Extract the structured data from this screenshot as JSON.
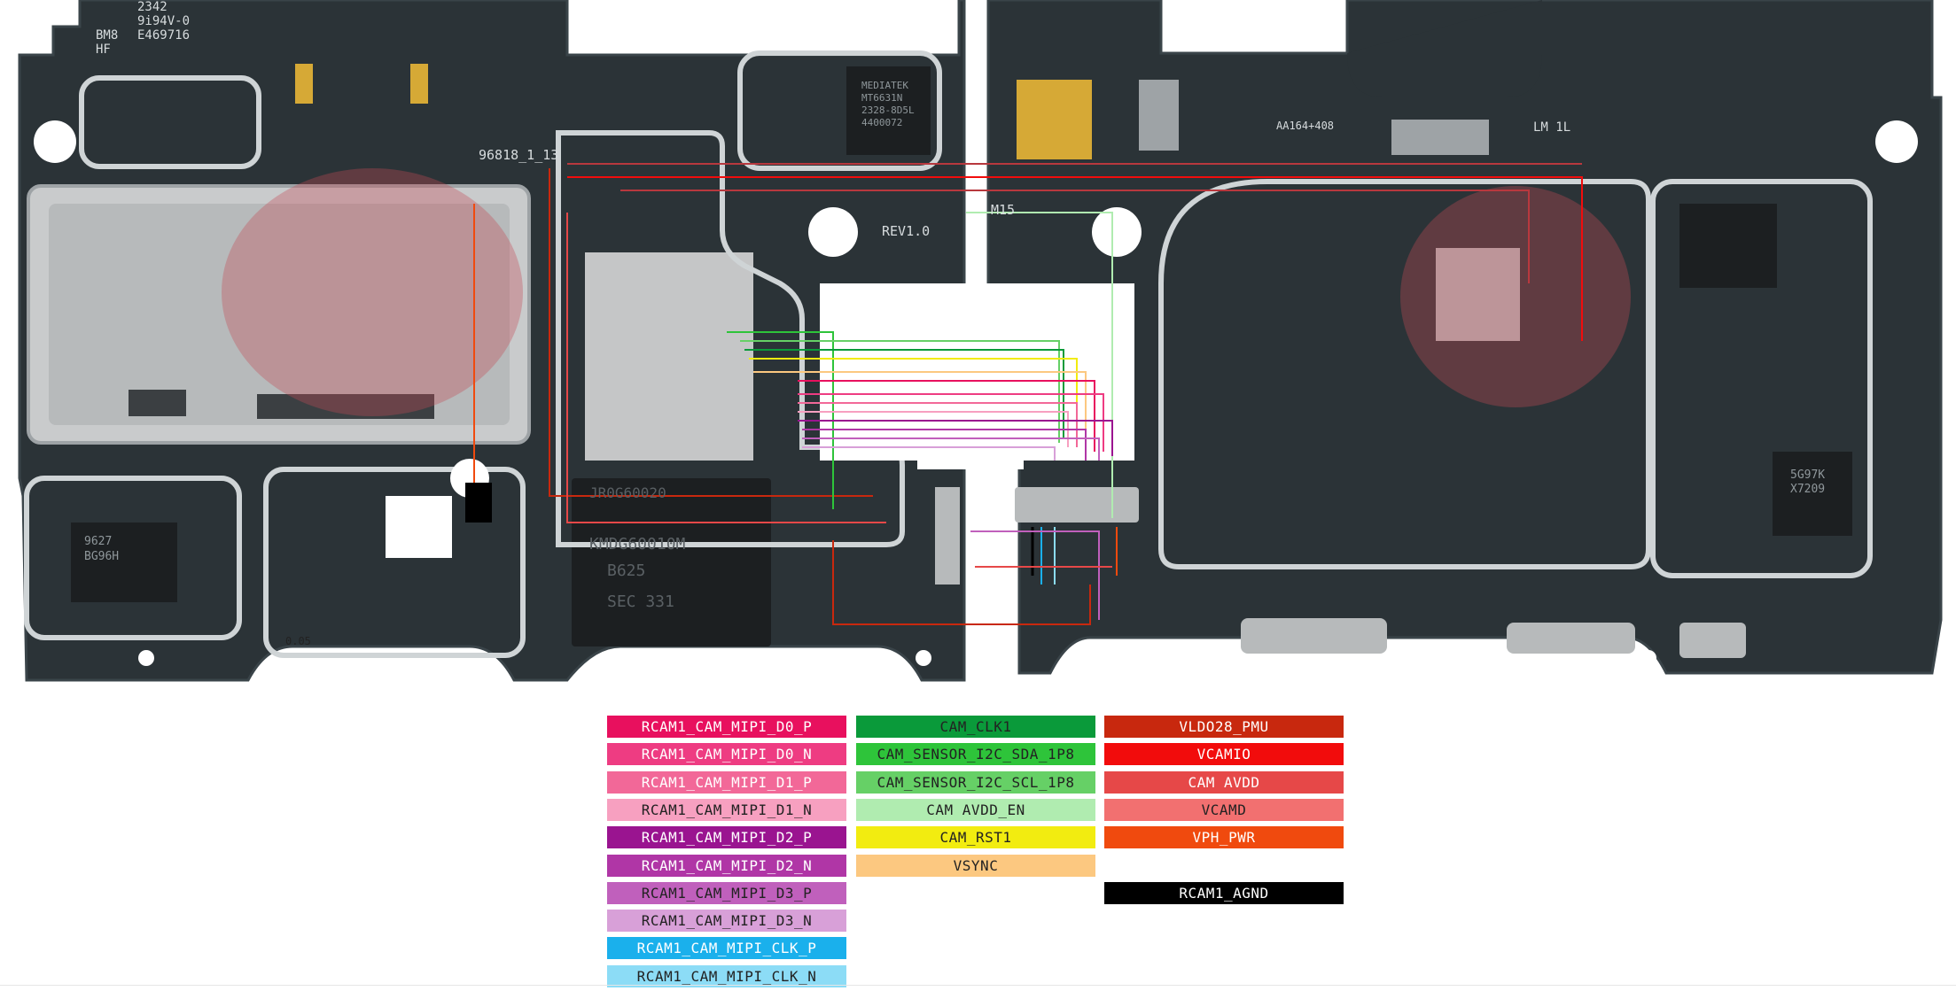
{
  "silkscreen": {
    "pcb_code": "96818_1_13",
    "revision": "REV1.0",
    "test_point": "M15",
    "corner_label": "0.05",
    "logo_lines": [
      "2342",
      "9i94V-0",
      "E469716",
      "BM8",
      "HF"
    ],
    "mediatek_chip": [
      "MEDIATEK",
      "MT6631N",
      "2328-8D5L",
      "4400072"
    ],
    "memory_chip": [
      "KMDG60010M",
      "B625",
      "SEC 331"
    ],
    "memory_chip_mirror": "JR0G60020",
    "qr_code_text": "AA164+408",
    "pmic_right": [
      "5G97K",
      "X7209"
    ],
    "pmic_left": [
      "9627",
      "BG96H"
    ],
    "connector_label": "LM 1L"
  },
  "colors": {
    "board": "#2b3337",
    "board_edge": "#3a4449",
    "trace_silver": "#cfd4d6",
    "pad": "#d9d9d9",
    "gold": "#d6a936",
    "overlay_red": "#b8383e"
  },
  "legend": {
    "columns": [
      [
        {
          "label": "RCAM1_CAM_MIPI_D0_P",
          "bg": "#e8105e",
          "fg": "#ffffff"
        },
        {
          "label": "RCAM1_CAM_MIPI_D0_N",
          "bg": "#ee3c82",
          "fg": "#ffffff"
        },
        {
          "label": "RCAM1_CAM_MIPI_D1_P",
          "bg": "#f26898",
          "fg": "#ffffff"
        },
        {
          "label": "RCAM1_CAM_MIPI_D1_N",
          "bg": "#f7a0c0",
          "fg": "#222222"
        },
        {
          "label": "RCAM1_CAM_MIPI_D2_P",
          "bg": "#9a1490",
          "fg": "#ffffff"
        },
        {
          "label": "RCAM1_CAM_MIPI_D2_N",
          "bg": "#b036a6",
          "fg": "#ffffff"
        },
        {
          "label": "RCAM1_CAM_MIPI_D3_P",
          "bg": "#c060bc",
          "fg": "#222222"
        },
        {
          "label": "RCAM1_CAM_MIPI_D3_N",
          "bg": "#d8a0d8",
          "fg": "#222222"
        },
        {
          "label": "RCAM1_CAM_MIPI_CLK_P",
          "bg": "#1ab0ec",
          "fg": "#ffffff"
        },
        {
          "label": "RCAM1_CAM_MIPI_CLK_N",
          "bg": "#8cdcf6",
          "fg": "#222222"
        }
      ],
      [
        {
          "label": "CAM_CLK1",
          "bg": "#0a9a3a",
          "fg": "#222222"
        },
        {
          "label": "CAM_SENSOR_I2C_SDA_1P8",
          "bg": "#2ec43a",
          "fg": "#222222"
        },
        {
          "label": "CAM_SENSOR_I2C_SCL_1P8",
          "bg": "#66d066",
          "fg": "#222222"
        },
        {
          "label": "CAM AVDD_EN",
          "bg": "#b0ecb0",
          "fg": "#222222"
        },
        {
          "label": "CAM_RST1",
          "bg": "#f2ec10",
          "fg": "#222222"
        },
        {
          "label": "VSYNC",
          "bg": "#fcc880",
          "fg": "#222222"
        }
      ],
      [
        {
          "label": "VLDO28_PMU",
          "bg": "#c8280e",
          "fg": "#ffffff"
        },
        {
          "label": "VCAMIO",
          "bg": "#f20c0c",
          "fg": "#ffffff"
        },
        {
          "label": "CAM AVDD",
          "bg": "#e64848",
          "fg": "#ffffff"
        },
        {
          "label": "VCAMD",
          "bg": "#f27070",
          "fg": "#222222"
        },
        {
          "label": "VPH_PWR",
          "bg": "#f04a0e",
          "fg": "#ffffff"
        },
        {
          "label": "",
          "bg": "#ffffff",
          "fg": "#ffffff"
        },
        {
          "label": "RCAM1_AGND",
          "bg": "#000000",
          "fg": "#ffffff"
        }
      ]
    ]
  }
}
